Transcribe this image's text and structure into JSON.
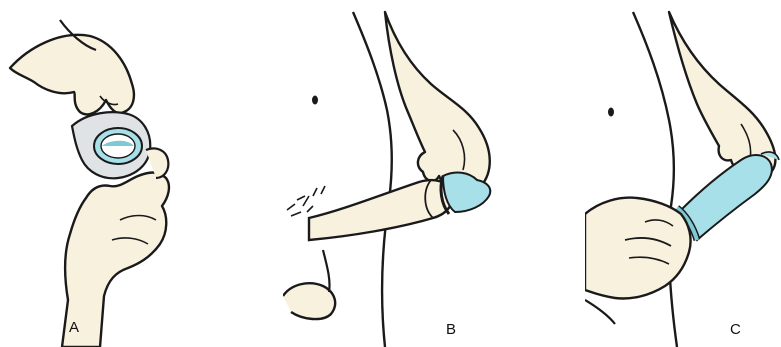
{
  "panels": [
    {
      "label": "A"
    },
    {
      "label": "B"
    },
    {
      "label": "C"
    }
  ],
  "colors": {
    "skin": "#f8f1de",
    "outline": "#1a1a1a",
    "condom": "#a8e0ea",
    "condom_ring": "#7ec9d6",
    "wrapper": "#dfe3e6"
  }
}
